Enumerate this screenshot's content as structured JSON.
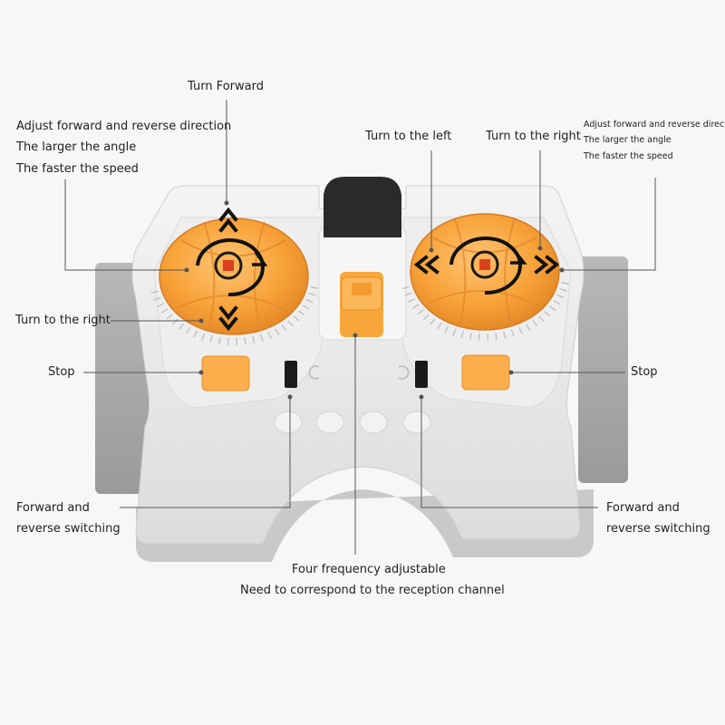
{
  "labels": {
    "turn_forward": "Turn Forward",
    "left_speed": [
      "Adjust forward and reverse direction",
      "The larger the angle",
      "The faster the speed"
    ],
    "turn_left": "Turn to the left",
    "turn_right_top": "Turn to the right",
    "right_speed": [
      "Adjust forward and reverse direct",
      "The larger the angle",
      "The faster the speed"
    ],
    "turn_right_left": "Turn to the right",
    "stop_left": "Stop",
    "stop_right": "Stop",
    "switch_left": [
      "Forward and",
      "reverse switching"
    ],
    "switch_right": [
      "Forward and",
      "reverse switching"
    ],
    "frequency": [
      "Four frequency adjustable",
      "Need to correspond to the reception channel"
    ]
  },
  "colors": {
    "dial_orange": "#f7a238",
    "dial_dark": "#e9892a",
    "body_white": "#e9e9e9",
    "side_gray": "#a7a7a7",
    "button_orange": "#fbae4b",
    "accent_red": "#d9401d"
  },
  "icons": [
    "up-arrow-icon",
    "down-arrow-icon",
    "left-arrow-icon",
    "right-arrow-icon",
    "rotate-clockwise-icon"
  ]
}
